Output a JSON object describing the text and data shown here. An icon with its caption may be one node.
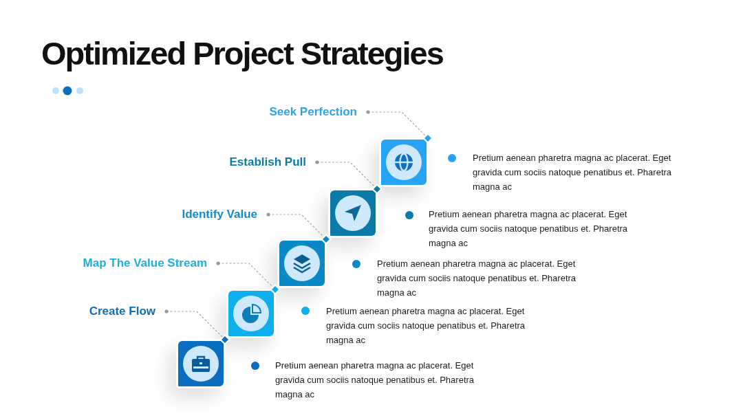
{
  "diagram": {
    "title": "Optimized Project Strategies",
    "nodes": [
      {
        "text": [
          "Seek Perfection"
        ]
      },
      {
        "text": [],
        "shape": "box"
      },
      {
        "text": [
          "Establish Pull"
        ]
      },
      {
        "text": [],
        "shape": "box"
      },
      {
        "text": [
          "Identify Value"
        ]
      },
      {
        "text": [],
        "shape": "box"
      },
      {
        "text": [
          "Map The Value Stream"
        ]
      },
      {
        "text": [],
        "shape": "box"
      },
      {
        "text": [
          "Create Flow"
        ]
      },
      {
        "text": [],
        "shape": "box"
      }
    ],
    "edges": [
      {
        "from": 0,
        "to": 1,
        "arrow": "other",
        "style": "dashed"
      },
      {
        "from": 2,
        "to": 3,
        "arrow": "other",
        "style": "dashed"
      },
      {
        "from": 4,
        "to": 5,
        "arrow": "other",
        "style": "dashed"
      },
      {
        "from": 6,
        "to": 7,
        "arrow": "other",
        "style": "dashed"
      },
      {
        "from": 8,
        "to": 9,
        "arrow": "other",
        "style": "dashed"
      }
    ],
    "labels": [
      "Pretium aenean pharetra magna ac placerat. Eget gravida cum sociis natoque penatibus et. Pharetra magna ac",
      "Pretium aenean pharetra magna ac placerat. Eget gravida cum sociis natoque penatibus et. Pharetra magna ac",
      "Pretium aenean pharetra magna ac placerat. Eget gravida cum sociis natoque penatibus et. Pharetra magna ac",
      "Pretium aenean pharetra magna ac placerat. Eget gravida cum sociis natoque penatibus et. Pharetra magna ac",
      "Pretium aenean pharetra magna ac placerat. Eget gravida cum sociis natoque penatibus et. Pharetra magna ac"
    ]
  }
}
